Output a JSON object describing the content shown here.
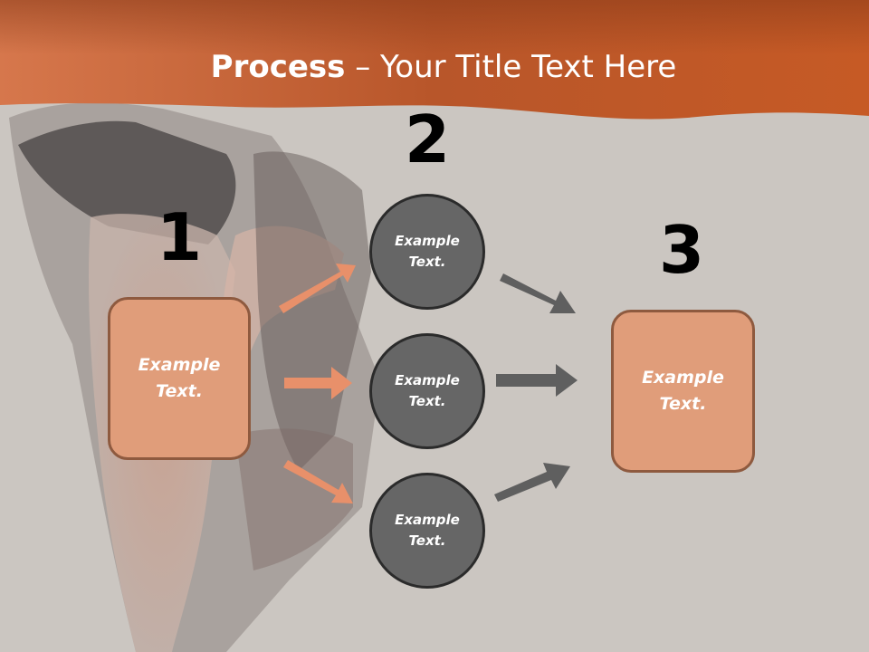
{
  "title": {
    "bold": "Process",
    "separator": " – ",
    "rest": "Your Title Text Here"
  },
  "steps": [
    {
      "number": "1",
      "text": "Example Text."
    },
    {
      "number": "2",
      "items": [
        "Example Text.",
        "Example Text.",
        "Example Text."
      ]
    },
    {
      "number": "3",
      "text": "Example Text."
    }
  ],
  "colors": {
    "header_orange": "#c9602c",
    "box_fill": "#e09d7a",
    "box_border": "#8e5a3f",
    "circle_fill": "#666666",
    "arrow_orange": "#e8906a",
    "arrow_gray": "#5f5f5f"
  }
}
